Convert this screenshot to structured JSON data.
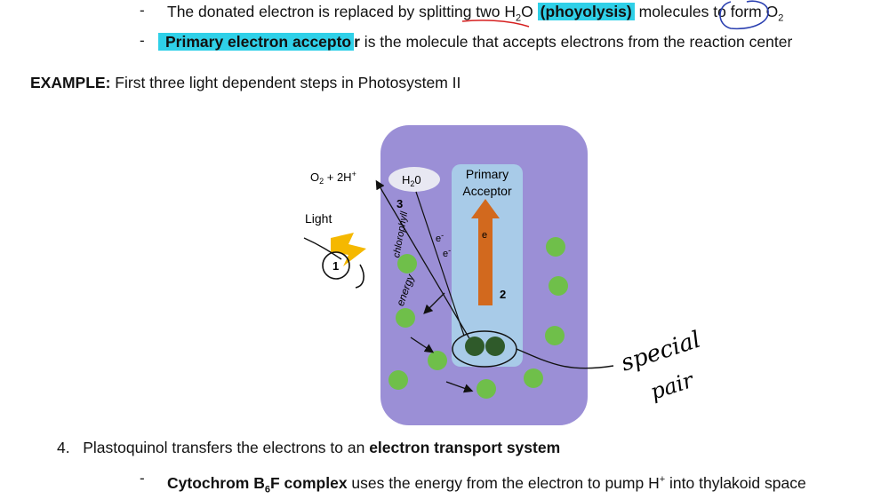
{
  "bullets_top": [
    {
      "pre": "The donated electron is replaced by splitting ",
      "underlined": "two",
      "h2o_base": "H",
      "h2o_sub": "2",
      "h2o_o": "O",
      "highlight": "(phoyolysis)",
      "post": " molecules to form ",
      "o2_base": "O",
      "o2_sub": "2"
    },
    {
      "highlight": "Primary electron accepto",
      "tail_bold": "r",
      "post": " is the molecule that accepts electrons from the reaction center"
    }
  ],
  "dash": "-",
  "example": {
    "label": "EXAMPLE:",
    "text": " First three light dependent steps in Photosystem II"
  },
  "diagram": {
    "o2_label": "O",
    "o2_sub": "2",
    "plus_2h": " + 2H",
    "h_sup": "+",
    "h2o_label": "H",
    "h2o_sub": "2",
    "h2o_o": "0",
    "primary": "Primary",
    "acceptor": "Acceptor",
    "light": "Light",
    "step1": "1",
    "step2": "2",
    "step3": "3",
    "e_minus": "e",
    "minus": "-",
    "handwritten_energy": "energy",
    "handwritten_chlor": "chlorophyll",
    "special": "special",
    "pair": "pair",
    "colors": {
      "stroma": "#9b8fd6",
      "thylakoid_channel": "#a8cbe8",
      "chlorophyll": "#6fbf4a",
      "special_pair": "#2f5a2a",
      "electron_arrow": "#d2691e",
      "light_bolt": "#f5b800"
    }
  },
  "step4": {
    "number": "4.",
    "pre": "Plastoquinol transfers the electrons to an ",
    "bold": "electron transport system"
  },
  "bullet_bottom": {
    "bold1": "Cytochrom B",
    "sub": "6",
    "bold2": "F complex",
    "pre": " uses the energy from the electron to pump H",
    "sup": "+",
    "post": " into thylakoid space"
  }
}
